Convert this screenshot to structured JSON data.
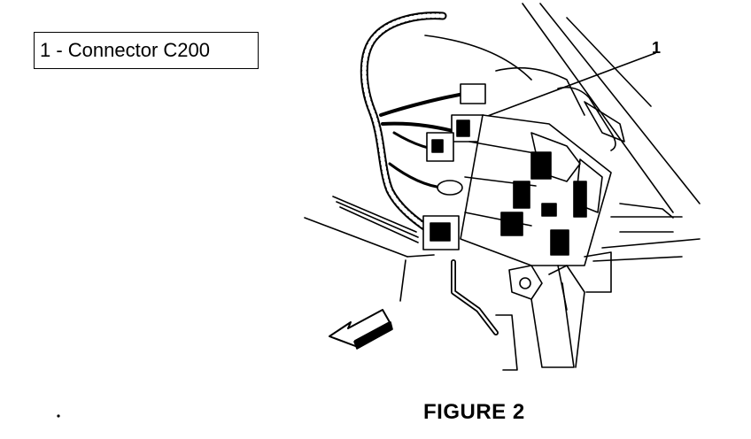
{
  "legend": {
    "text": "1 - Connector C200"
  },
  "callout": {
    "number": "1"
  },
  "caption": {
    "text": "FIGURE 2"
  }
}
